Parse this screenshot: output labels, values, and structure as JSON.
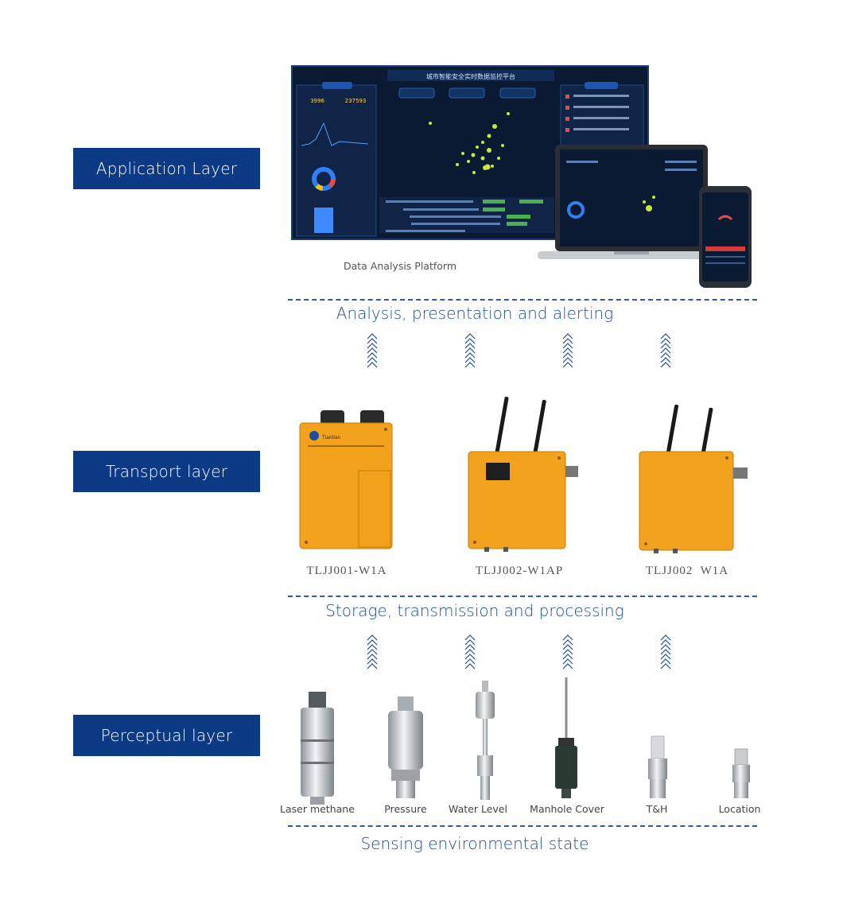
{
  "layers": {
    "application": "Application Layer",
    "transport": "Transport layer",
    "perceptual": "Perceptual layer"
  },
  "captions": {
    "analysis": "Analysis, presentation and alerting",
    "storage": "Storage, transmission and processing",
    "sensing": "Sensing environmental state"
  },
  "platform": {
    "caption": "Data Analysis Platform",
    "dashboard_title": "城市智能安全实时数据监控平台",
    "stat_1": "3996",
    "stat_2": "237593"
  },
  "devices": [
    {
      "model": "TLJJ001-W1A"
    },
    {
      "model": "TLJJ002-W1AP"
    },
    {
      "model": "TLJJ002  W1A"
    }
  ],
  "device_brand": "Tianlian",
  "sensors": [
    {
      "label": "Laser methane"
    },
    {
      "label": "Pressure"
    },
    {
      "label": "Water Level"
    },
    {
      "label": "Manhole Cover"
    },
    {
      "label": "T&H"
    },
    {
      "label": "Location"
    }
  ],
  "colors": {
    "label_bg": "#0d3a85",
    "caption_text": "#1f4e9b",
    "dashed_line": "#2d5aa3",
    "device_body": "#f2a21c",
    "dashboard_bg": "#0b1a33"
  }
}
